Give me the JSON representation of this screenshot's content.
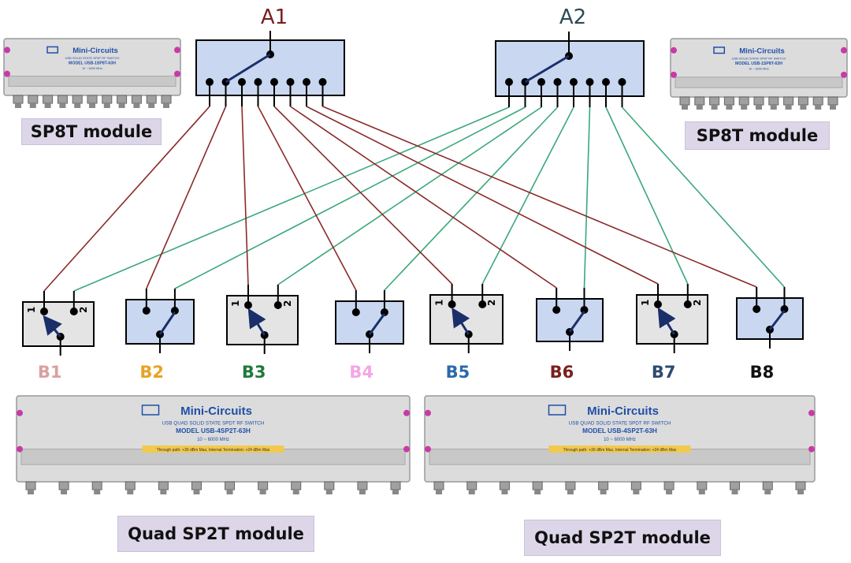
{
  "switches_top": [
    {
      "id": "A1",
      "label": "A1",
      "color": "#7a1f1f"
    },
    {
      "id": "A2",
      "label": "A2",
      "color": "#2e4a57"
    }
  ],
  "switches_bottom": [
    {
      "id": "B1",
      "label": "B1",
      "label_color": "#d9a0a0",
      "style": "gray",
      "port1": "1",
      "port2": "2"
    },
    {
      "id": "B2",
      "label": "B2",
      "label_color": "#e8a323",
      "style": "blue"
    },
    {
      "id": "B3",
      "label": "B3",
      "label_color": "#1f7a3a",
      "style": "gray",
      "port1": "1",
      "port2": "2"
    },
    {
      "id": "B4",
      "label": "B4",
      "label_color": "#f4a6e6",
      "style": "blue"
    },
    {
      "id": "B5",
      "label": "B5",
      "label_color": "#2a6aa8",
      "style": "gray",
      "port1": "1",
      "port2": "2"
    },
    {
      "id": "B6",
      "label": "B6",
      "label_color": "#7a1f1f",
      "style": "blue"
    },
    {
      "id": "B7",
      "label": "B7",
      "label_color": "#2e4a70",
      "style": "gray",
      "port1": "1",
      "port2": "2"
    },
    {
      "id": "B8",
      "label": "B8",
      "label_color": "#111111",
      "style": "blue"
    }
  ],
  "modules": {
    "sp8t_left": {
      "caption": "SP8T module",
      "brand": "Mini-Circuits",
      "line1": "USB SOLID STATE SP8T RF SWITCH",
      "line2": "MODEL USB-1SP8T-63H",
      "line3": "10 ~ 6000 MHz"
    },
    "sp8t_right": {
      "caption": "SP8T module",
      "brand": "Mini-Circuits",
      "line1": "USB SOLID STATE SP8T RF SWITCH",
      "line2": "MODEL USB-1SP8T-63H",
      "line3": "10 ~ 6000 MHz"
    },
    "quad_left": {
      "caption": "Quad SP2T module",
      "brand": "Mini-Circuits",
      "line1": "USB QUAD SOLID STATE SPDT RF SWITCH",
      "line2": "MODEL USB-4SP2T-63H",
      "line3": "10 ~ 6000 MHz",
      "warning": "Through path: +30 dBm Max, Internal Termination: +24 dBm Max"
    },
    "quad_right": {
      "caption": "Quad SP2T module",
      "brand": "Mini-Circuits",
      "line1": "USB QUAD SOLID STATE SPDT RF SWITCH",
      "line2": "MODEL USB-4SP2T-63H",
      "line3": "10 ~ 6000 MHz",
      "warning": "Through path: +30 dBm Max, Internal Termination: +24 dBm Max"
    }
  },
  "colors": {
    "a1_wire": "#8b2a2a",
    "a2_wire": "#3aa87a",
    "blue_fill": "#c9d7f0",
    "gray_fill": "#e4e4e4",
    "switch_arm": "#1a2f6a",
    "caption_bg": "#dcd6e8",
    "warning_bg": "#f2c94c"
  }
}
